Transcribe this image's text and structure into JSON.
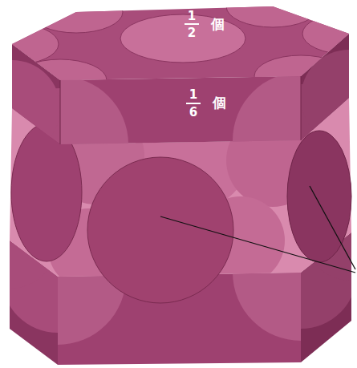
{
  "diagram": {
    "labels": [
      "1",
      "2",
      "個",
      "1",
      "6",
      "個"
    ]
  }
}
